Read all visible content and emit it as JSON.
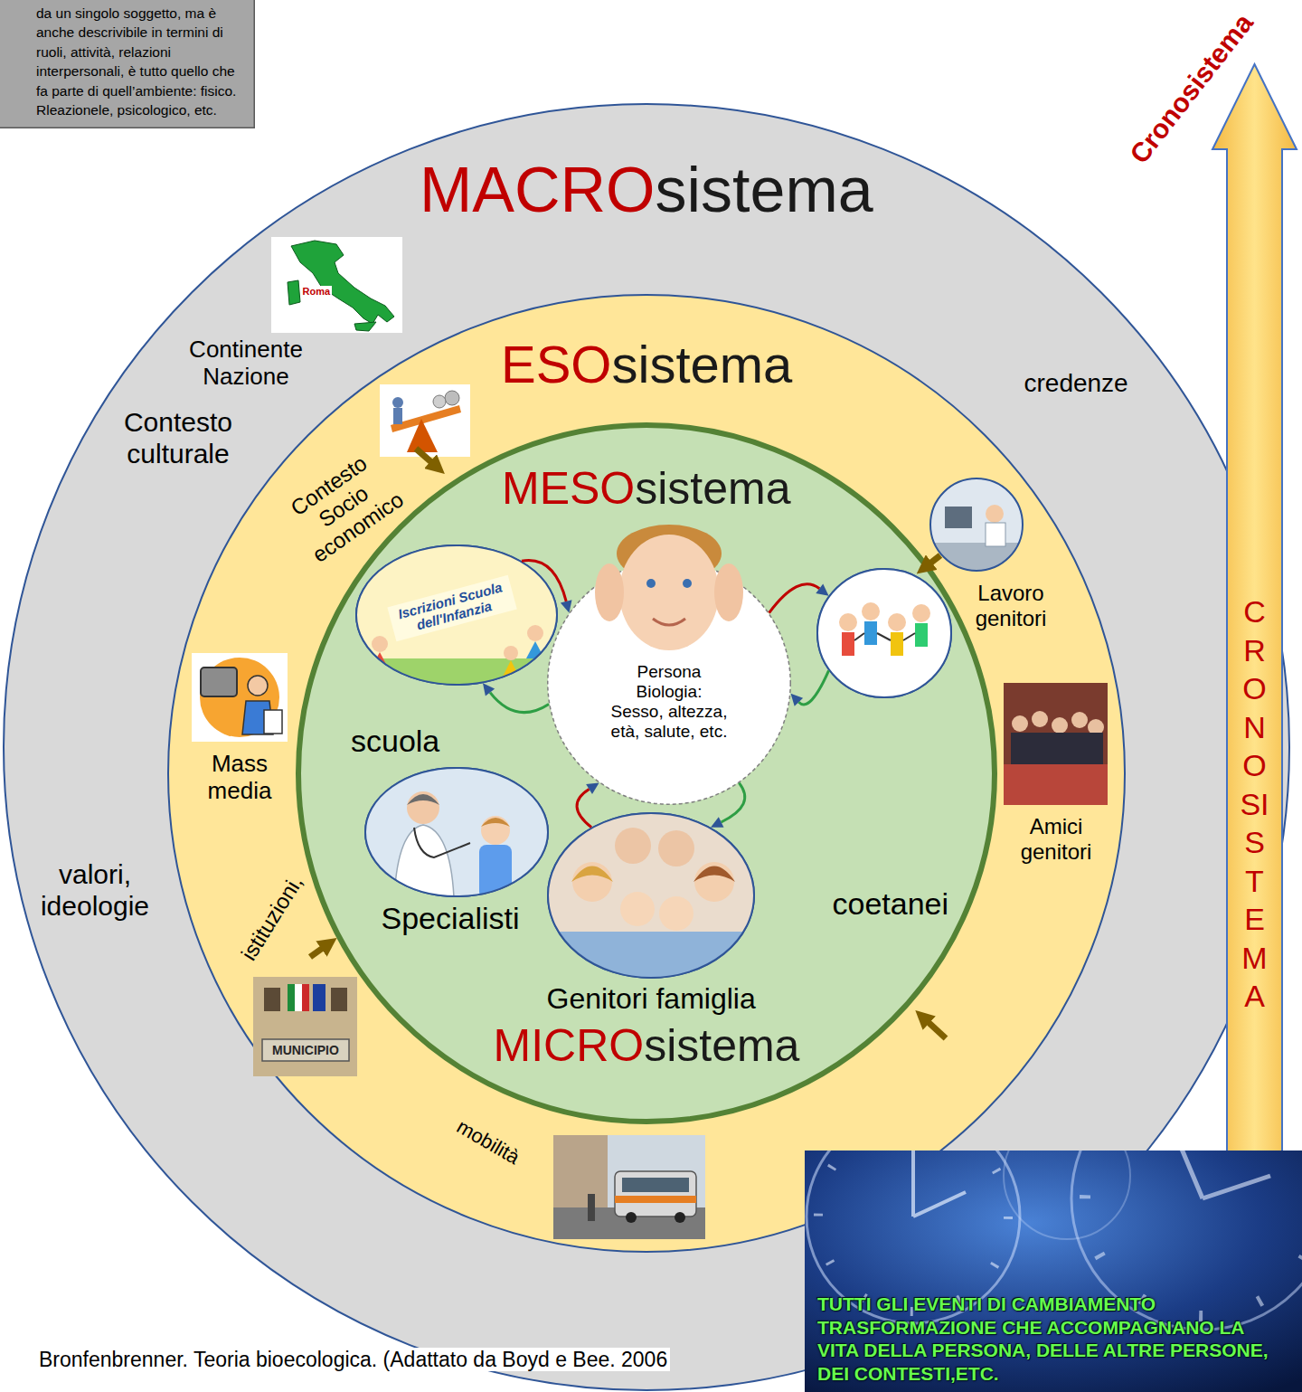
{
  "diagram": {
    "caption": "Bronfenbrenner. Teoria bioecologica. (Adattato da Boyd e Bee. 2006",
    "nodes": [
      {
        "text": [
          "da un singolo soggetto, ma è anche descrivibile in termini di ruoli, attività, relazioni interpersonali, è tutto quello che fa parte di quell’ambiente: fisico. Rleazionele, psicologico, etc."
        ]
      },
      {
        "text": [
          "MACRO",
          "sistema"
        ]
      },
      {
        "text": [
          "ESO",
          "sistema"
        ],
        "in": 1
      },
      {
        "text": [
          "MESO",
          "sistema",
          "MICRO",
          "sistema"
        ],
        "in": 2
      },
      {
        "text": [
          "Persona Biologia: Sesso, altezza, età, salute, etc."
        ],
        "in": 3
      },
      {
        "text": [
          "scuola"
        ],
        "in": 3
      },
      {
        "text": [
          "coetanei"
        ],
        "in": 3
      },
      {
        "text": [
          "Specialisti"
        ],
        "in": 3
      },
      {
        "text": [
          "Genitori famiglia"
        ],
        "in": 3
      },
      {
        "text": [
          "Cronosistema",
          "CRONOSISTEMA"
        ]
      },
      {
        "text": [
          "TUTTI GLI EVENTI DI CAMBIAMENTO TRASFORMAZIONE CHE ACCOMPAGNANO LA VITA DELLA PERSONA, DELLE ALTRE PERSONE, DEI CONTESTI,ETC."
        ]
      }
    ],
    "edges": [
      {
        "from": 5,
        "to": 4,
        "arrow": "to"
      },
      {
        "from": 4,
        "to": 5,
        "arrow": "to"
      },
      {
        "from": 4,
        "to": 6,
        "arrow": "to"
      },
      {
        "from": 6,
        "to": 4,
        "arrow": "to"
      },
      {
        "from": 8,
        "to": 4,
        "arrow": "to"
      },
      {
        "from": 4,
        "to": 8,
        "arrow": "to"
      }
    ],
    "labels": [
      "Roma",
      "Continente Nazione",
      "credenze",
      "Contesto culturale",
      "Contesto Socio economico",
      "Lavoro genitori",
      "Iscrizioni Scuola dell'Infanzia",
      "Mass media",
      "Amici genitori",
      "valori, ideologie",
      "istituzioni,",
      "MUNICIPIO",
      "mobilità"
    ]
  }
}
